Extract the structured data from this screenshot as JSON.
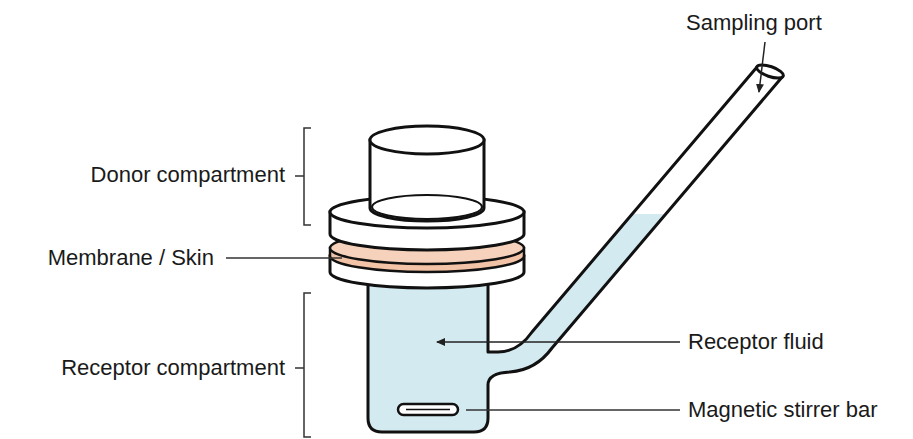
{
  "diagram": {
    "labels": [
      "Sampling port",
      "Donor compartment",
      "Membrane / Skin",
      "Receptor compartment",
      "Receptor fluid",
      "Magnetic stirrer bar"
    ]
  }
}
